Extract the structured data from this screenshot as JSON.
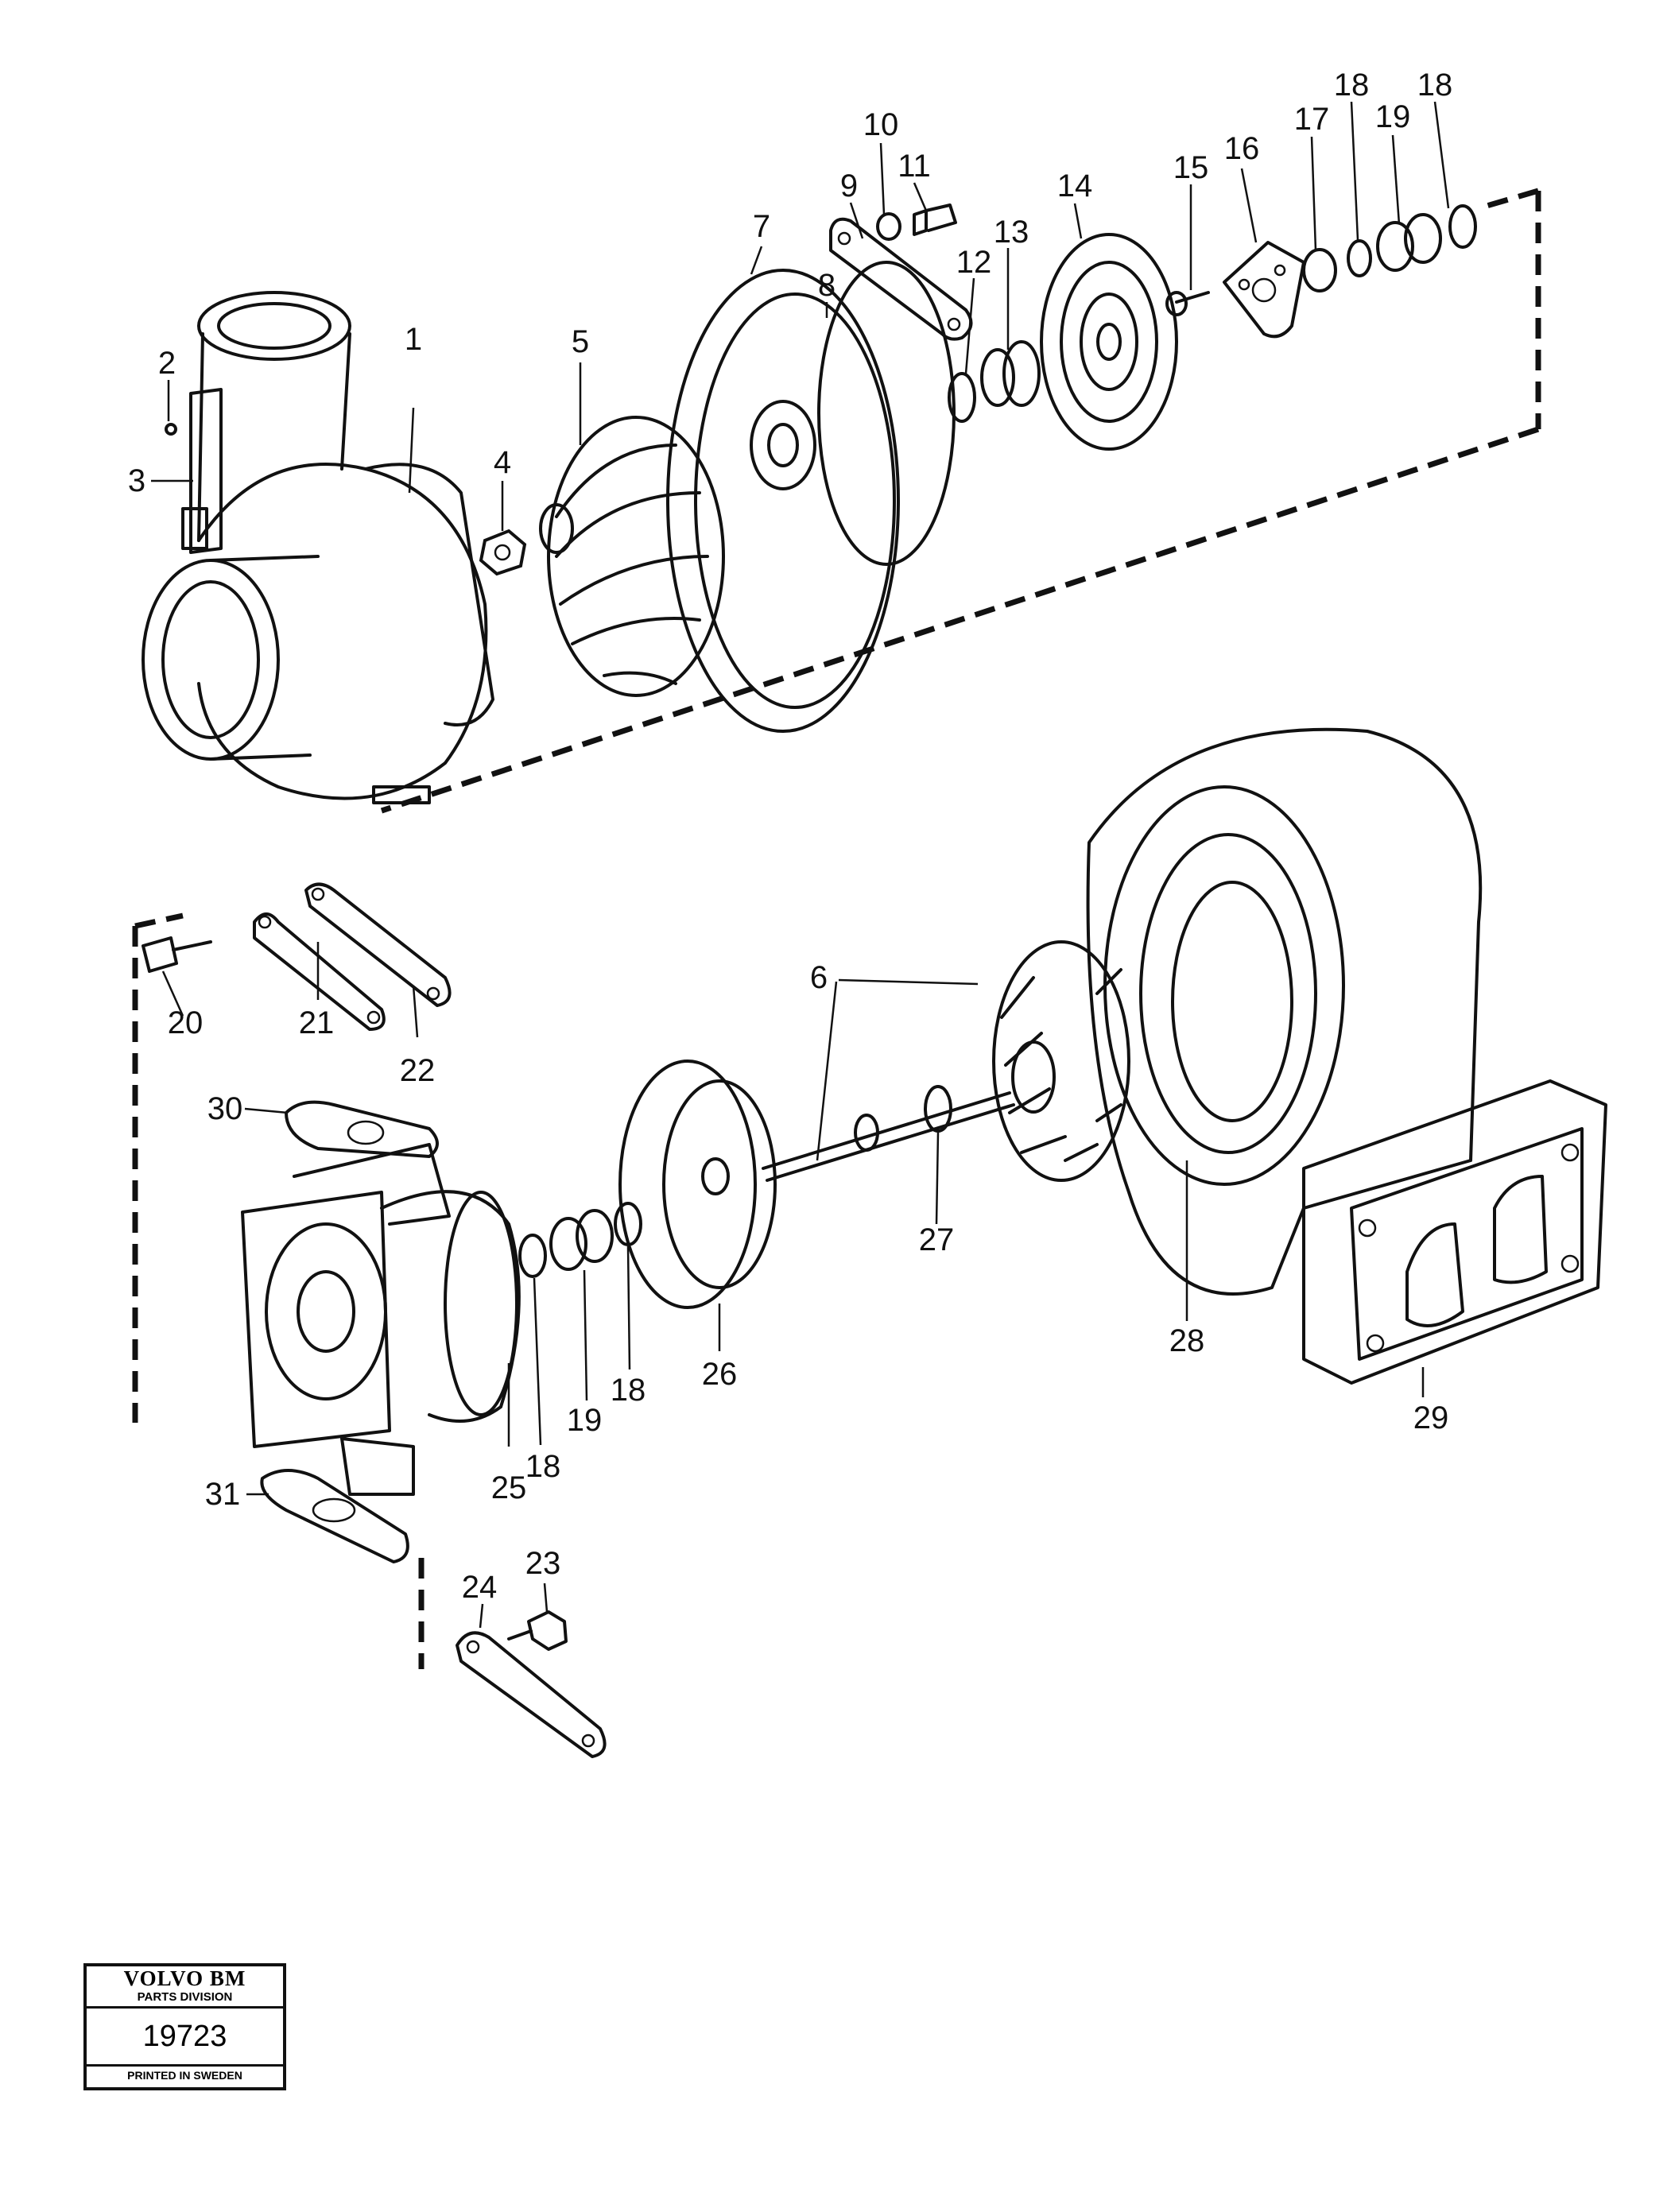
{
  "callouts": [
    "1",
    "2",
    "3",
    "4",
    "5",
    "7",
    "8",
    "9",
    "10",
    "11",
    "12",
    "13",
    "14",
    "15",
    "16",
    "17",
    "18",
    "19",
    "18",
    "20",
    "21",
    "22",
    "30",
    "6",
    "27",
    "26",
    "28",
    "29",
    "19",
    "18",
    "18",
    "25",
    "31",
    "24",
    "23"
  ],
  "stamp": {
    "brand": "VOLVO BM",
    "division": "PARTS DIVISION",
    "number": "19723",
    "printed": "PRINTED IN SWEDEN"
  }
}
